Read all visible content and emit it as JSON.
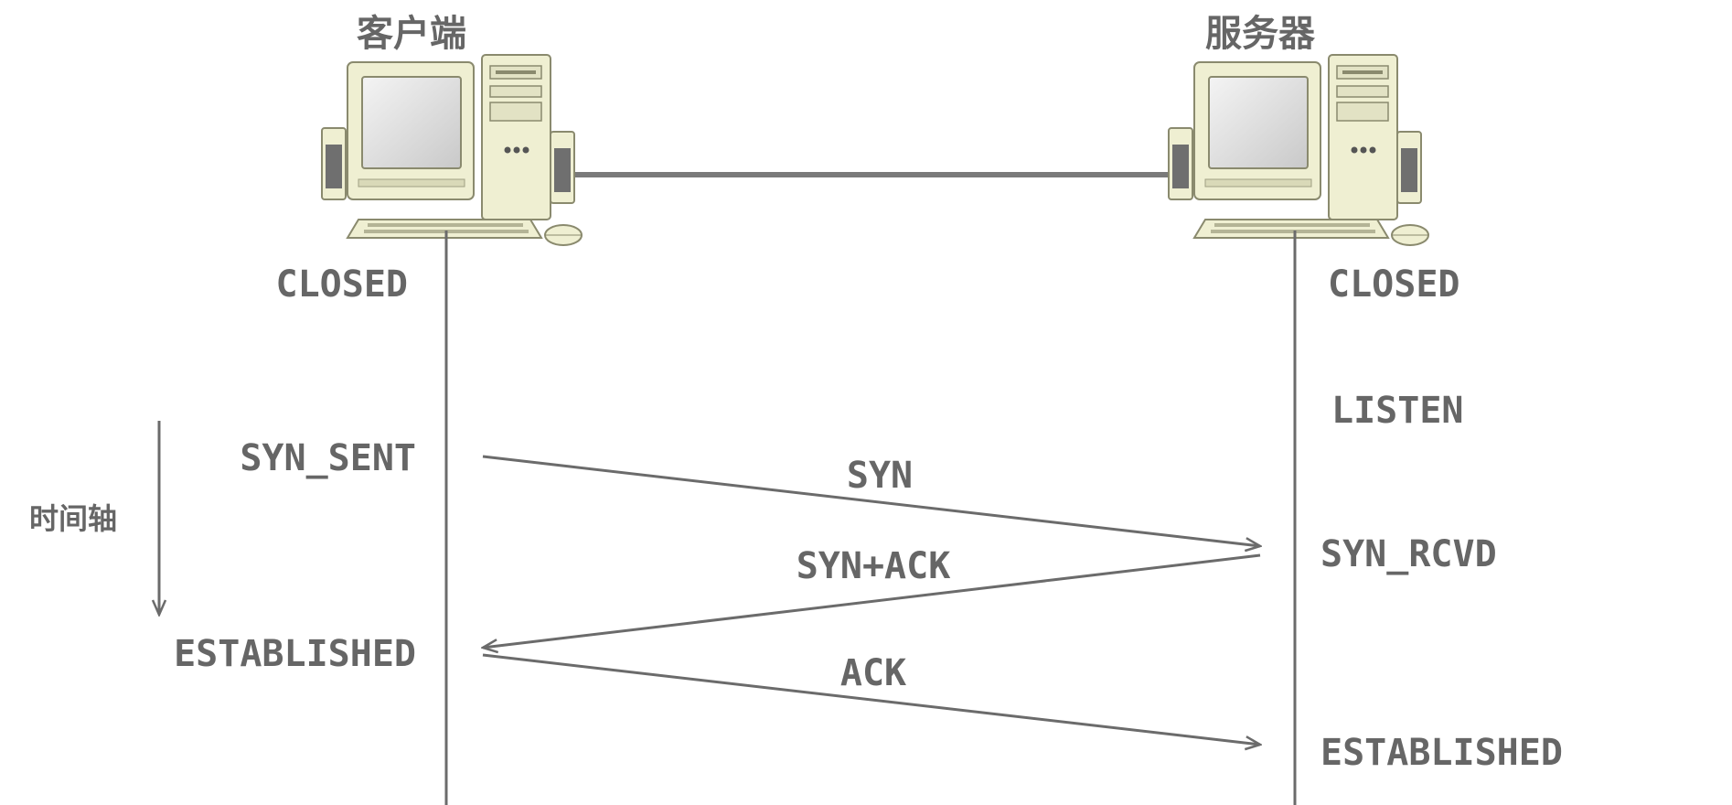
{
  "diagram": {
    "client": {
      "title": "客户端",
      "states": {
        "closed": "CLOSED",
        "syn_sent": "SYN_SENT",
        "established": "ESTABLISHED"
      }
    },
    "server": {
      "title": "服务器",
      "states": {
        "closed": "CLOSED",
        "listen": "LISTEN",
        "syn_rcvd": "SYN_RCVD",
        "established": "ESTABLISHED"
      }
    },
    "messages": {
      "syn": "SYN",
      "syn_ack": "SYN+ACK",
      "ack": "ACK"
    },
    "time_axis_label": "时间轴"
  },
  "colors": {
    "line": "#6b6b6b",
    "text": "#666666",
    "computer_body": "#efefd2",
    "computer_outline": "#8a8a6e",
    "screen": "#d9d9d9"
  },
  "icons": [
    "client-computer-icon",
    "server-computer-icon"
  ]
}
